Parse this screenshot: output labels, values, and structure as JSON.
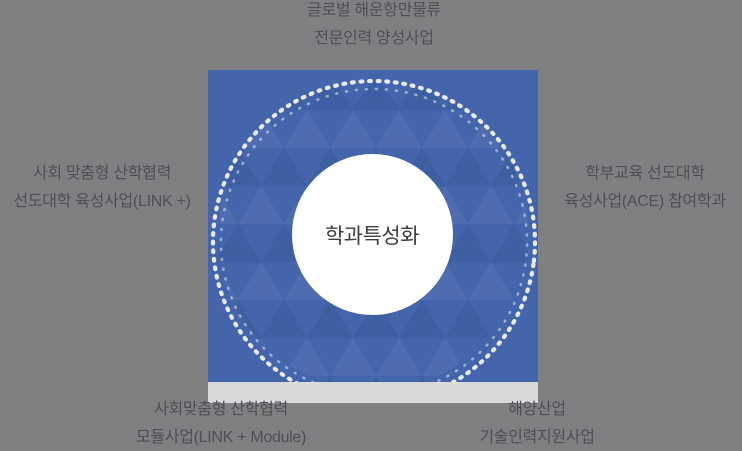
{
  "colors": {
    "page_bg": "#7f8082",
    "panel_blue": "#4464ab",
    "footer_gray": "#d9dadc",
    "label_text": "#4e4f52",
    "center_text": "#3d3e40",
    "dot_color": "#e9eaec"
  },
  "diagram": {
    "center_label": "학과특성화",
    "labels": {
      "top": {
        "line1": "글로벌 해운항만물류",
        "line2": "전문인력 양성사업"
      },
      "left": {
        "line1": "사회 맞춤형 산학협력",
        "line2": "선도대학 육성사업(LINK +)"
      },
      "right": {
        "line1": "학부교육 선도대학",
        "line2": "육성사업(ACE) 참여학과"
      },
      "bottom_left": {
        "line1": "사회맞춤형 산학협력",
        "line2": "모듈사업(LINK + Module)"
      },
      "bottom_right": {
        "line1": "해양산업",
        "line2": "기술인력지원사업"
      }
    }
  }
}
